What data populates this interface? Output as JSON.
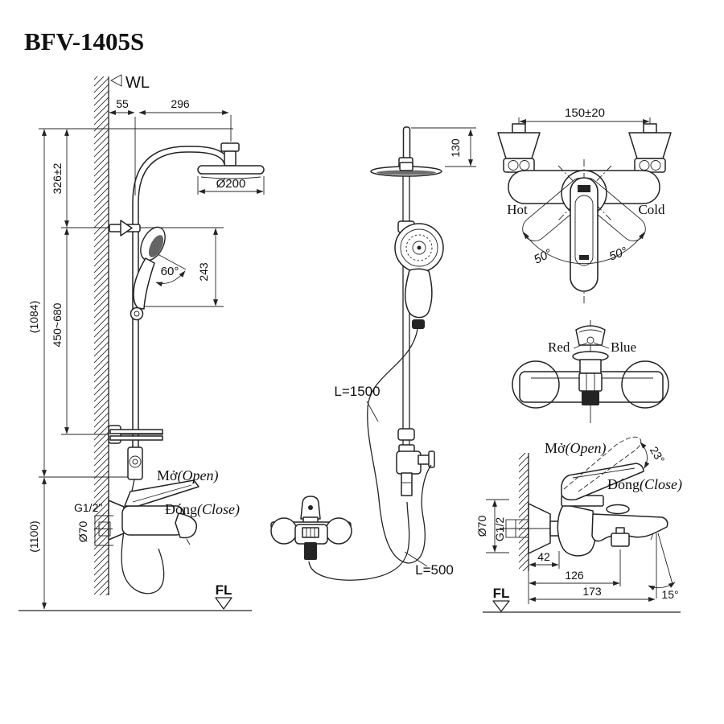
{
  "title": "BFV-1405S",
  "colors": {
    "ink": "#242424",
    "text": "#101010",
    "background": "#ffffff"
  },
  "side_view": {
    "water_line_label": "WL",
    "dim_wall_to_pipe": "55",
    "dim_pipe_to_head": "296",
    "dim_head_diameter": "Ø200",
    "dim_top_to_holder": "326±2",
    "dim_handshower_angle": "60°",
    "dim_holder_to_hose": "243",
    "dim_slider_range": "450~680",
    "dim_column_height": "(1084)",
    "dim_mixer_height": "(1100)",
    "label_open_vi": "Mở",
    "label_open_en": "(Open)",
    "label_close_vi": "Đóng",
    "label_close_en": "(Close)",
    "label_thread": "G1/2\"",
    "dim_flange_diameter": "Ø70",
    "floor_label": "FL"
  },
  "front_view": {
    "dim_head_to_top": "130",
    "label_shower_hose_length": "L=1500",
    "label_connection_hose_length": "L=500"
  },
  "mixer_front_view": {
    "dim_inlet_spacing": "150±20",
    "label_hot": "Hot",
    "label_cold": "Cold",
    "dim_swing_left": "50°",
    "dim_swing_right": "50°"
  },
  "mixer_top_view": {
    "label_red": "Red",
    "label_blue": "Blue"
  },
  "mixer_side_view": {
    "label_open_vi": "Mở",
    "label_open_en": "(Open)",
    "dim_open_angle": "23°",
    "label_close_vi": "Đóng",
    "label_close_en": "(Close)",
    "dim_flange_diameter": "Ø70",
    "label_thread": "G1/2",
    "dim_wall_to_flange": "42",
    "dim_wall_to_diverter": "126",
    "dim_wall_to_spout": "173",
    "dim_spout_angle": "15°",
    "floor_label": "FL"
  }
}
